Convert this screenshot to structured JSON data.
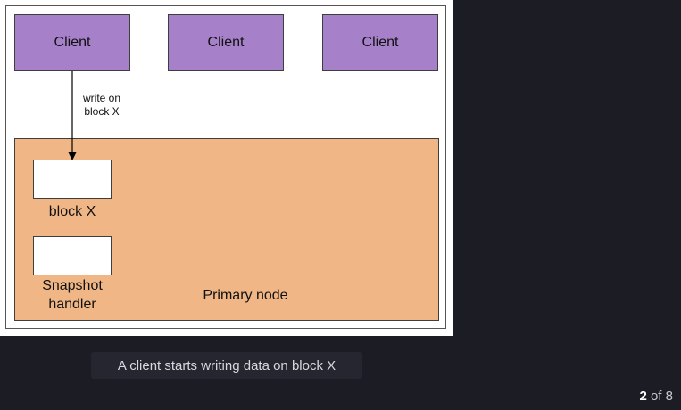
{
  "slide": {
    "clients": [
      "Client",
      "Client",
      "Client"
    ],
    "arrow_label_line1": "write on",
    "arrow_label_line2": "block X",
    "block_x_label": "block X",
    "snapshot_label": "Snapshot\nhandler",
    "primary_node_label": "Primary node"
  },
  "caption": "A client starts writing data on block X",
  "pagination": {
    "current": "2",
    "separator": "of",
    "total": "8"
  },
  "colors": {
    "client_fill": "#a680c8",
    "primary_node_fill": "#f0b686",
    "background": "#1c1c24"
  }
}
